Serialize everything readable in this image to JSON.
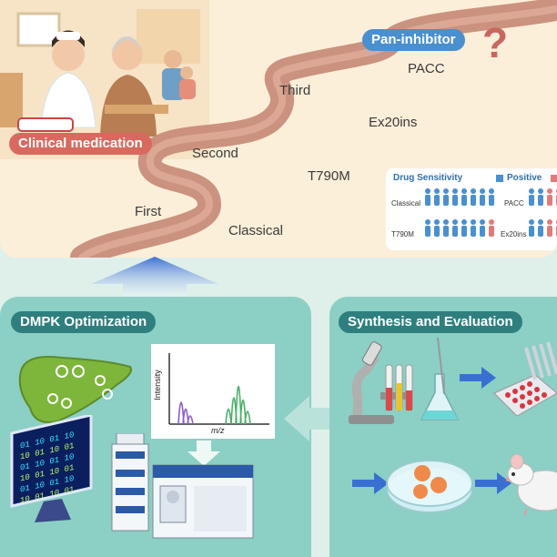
{
  "top": {
    "clinical_label": "Clinical medication",
    "pan_label": "Pan-inhibitor",
    "question_mark": "?",
    "generations": [
      "First",
      "Second",
      "Third"
    ],
    "mutations": [
      "Classical",
      "T790M",
      "Ex20ins",
      "PACC"
    ],
    "drug_sensitivity": {
      "title": "Drug Sensitivity",
      "legend_positive": "Positive",
      "rows": [
        "Classical",
        "T790M"
      ],
      "rows_right": [
        "PACC",
        "Ex20ins"
      ]
    }
  },
  "dmpk": {
    "label": "DMPK Optimization",
    "spectrum": {
      "y_label": "Intensity",
      "x_label": "m/z"
    },
    "binary_lines": [
      "01 10 01 10",
      "10 01 10 01",
      "01 10 01 10",
      "10 01 10 01",
      "01 10 01 10",
      "10 01 10 01"
    ]
  },
  "synthesis": {
    "label": "Synthesis and Evaluation"
  },
  "colors": {
    "top_bg": "#fcefd9",
    "road": "#c88c7a",
    "clinical_pill": "#d9695f",
    "pan_pill": "#4a8fcf",
    "panel_bg": "#8ccfc4",
    "panel_pill": "#2f7f7f",
    "arrow_blue": "#3a6fd2",
    "positive": "#4a8fcf",
    "negative": "#e27a7a"
  }
}
